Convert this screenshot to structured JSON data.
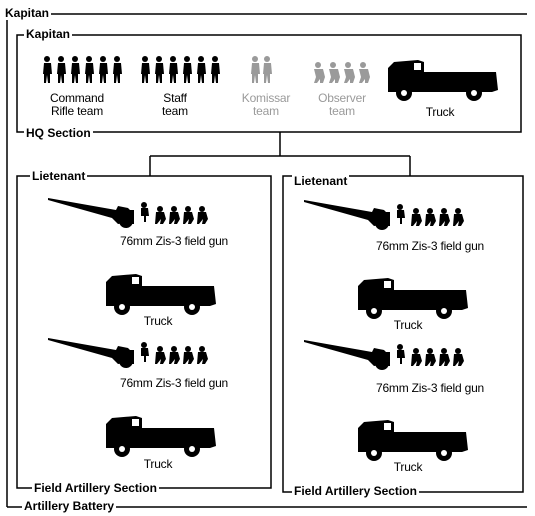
{
  "battery": {
    "top_label": "Kapitan",
    "bottom_label": "Artillery Battery"
  },
  "hq": {
    "top_label": "Kapitan",
    "bottom_label": "HQ Section",
    "teams": [
      {
        "label": "Command\nRifle team",
        "status": "active"
      },
      {
        "label": "Staff\nteam",
        "status": "active"
      },
      {
        "label": "Komissar\nteam",
        "status": "optional"
      },
      {
        "label": "Observer\nteam",
        "status": "optional"
      },
      {
        "label": "Truck",
        "status": "active"
      }
    ]
  },
  "sections": [
    {
      "top_label": "Lietenant",
      "bottom_label": "Field Artillery Section",
      "units": [
        "76mm Zis-3 field gun",
        "Truck",
        "76mm Zis-3 field gun",
        "Truck"
      ]
    },
    {
      "top_label": "Lietenant",
      "bottom_label": "Field Artillery Section",
      "units": [
        "76mm Zis-3 field gun",
        "Truck",
        "76mm Zis-3 field gun",
        "Truck"
      ]
    }
  ],
  "colors": {
    "line": "#000000",
    "optional": "#9a9a9a"
  }
}
